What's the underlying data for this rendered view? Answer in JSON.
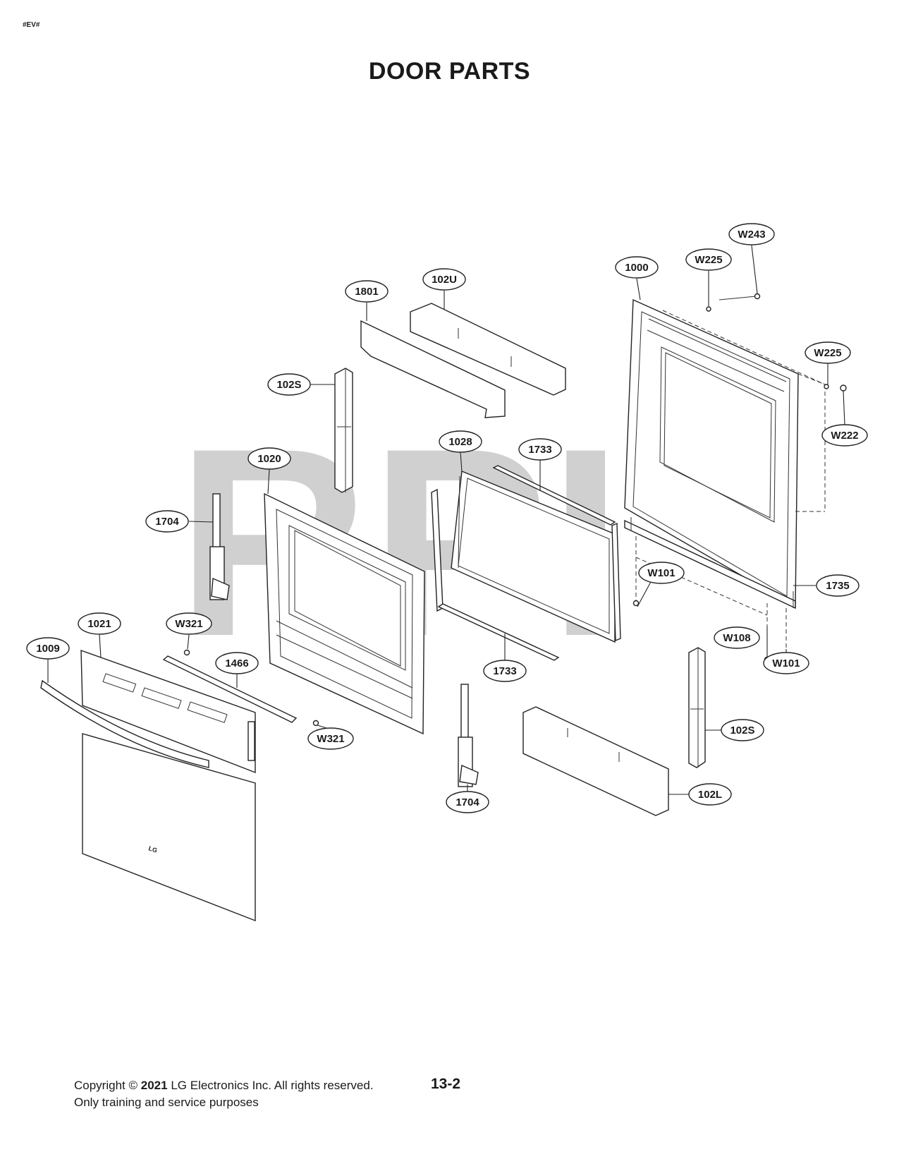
{
  "page": {
    "code_mark": "#EV#",
    "title": "DOOR PARTS",
    "watermark": "RPI",
    "page_number": "13-2",
    "footer": {
      "copyright_prefix": "Copyright ©",
      "copyright_year": "2021",
      "copyright_suffix": "LG Electronics Inc. All rights reserved.",
      "line2": "Only training and service purposes"
    }
  },
  "logo_text": "LG",
  "callouts": [
    {
      "id": "W243"
    },
    {
      "id": "W225"
    },
    {
      "id": "1000"
    },
    {
      "id": "102U"
    },
    {
      "id": "1801"
    },
    {
      "id": "W225"
    },
    {
      "id": "102S"
    },
    {
      "id": "W222"
    },
    {
      "id": "1028"
    },
    {
      "id": "1733"
    },
    {
      "id": "1020"
    },
    {
      "id": "1704"
    },
    {
      "id": "W101"
    },
    {
      "id": "1735"
    },
    {
      "id": "1021"
    },
    {
      "id": "W321"
    },
    {
      "id": "W108"
    },
    {
      "id": "1009"
    },
    {
      "id": "W101"
    },
    {
      "id": "1466"
    },
    {
      "id": "1733"
    },
    {
      "id": "102S"
    },
    {
      "id": "W321"
    },
    {
      "id": "102L"
    },
    {
      "id": "1704"
    }
  ]
}
